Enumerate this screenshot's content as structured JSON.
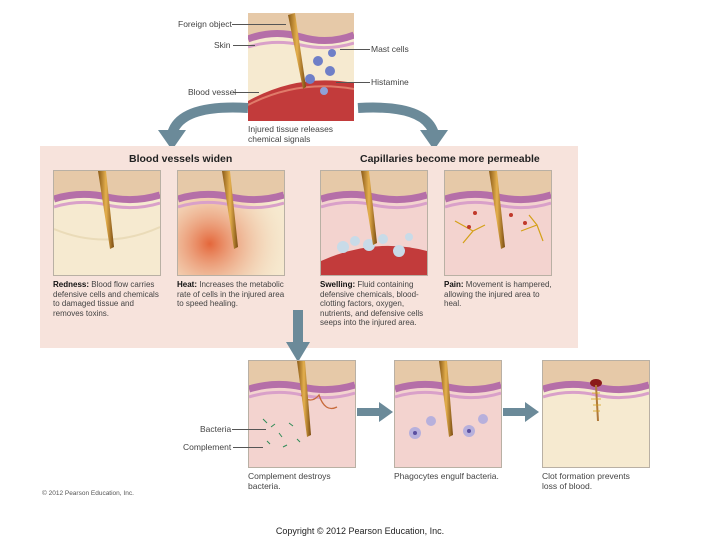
{
  "top_labels": {
    "foreign_object": "Foreign object",
    "skin": "Skin",
    "blood_vessel": "Blood vessel",
    "mast_cells": "Mast cells",
    "histamine": "Histamine",
    "injury_caption": "Injured tissue releases chemical signals"
  },
  "band": {
    "left_title": "Blood vessels widen",
    "right_title": "Capillaries become more permeable"
  },
  "captions": {
    "redness": {
      "term": "Redness:",
      "text": "Blood flow carries defensive cells and chemicals to damaged tissue and removes toxins."
    },
    "heat": {
      "term": "Heat:",
      "text": "Increases the metabolic rate of cells in the injured area to speed healing."
    },
    "swelling": {
      "term": "Swelling:",
      "text": "Fluid containing defensive chemicals, blood-clotting factors, oxygen, nutrients, and defensive cells seeps into the injured area."
    },
    "pain": {
      "term": "Pain:",
      "text": "Movement is hampered, allowing the injured area to heal."
    }
  },
  "bottom_labels": {
    "bacteria": "Bacteria",
    "complement": "Complement"
  },
  "bottom_captions": {
    "complement": "Complement destroys bacteria.",
    "phagocytes": "Phagocytes engulf bacteria.",
    "clot": "Clot formation prevents loss of blood."
  },
  "copyright_small": "© 2012 Pearson Education, Inc.",
  "footer": "Copyright © 2012 Pearson Education, Inc.",
  "colors": {
    "band_bg": "#f7e3dc",
    "arrow": "#6b8a99",
    "skin_top": "#d9b99a",
    "epidermis": "#b56fa8",
    "dermis": "#f6ead0",
    "vessel": "#c23b3b"
  }
}
